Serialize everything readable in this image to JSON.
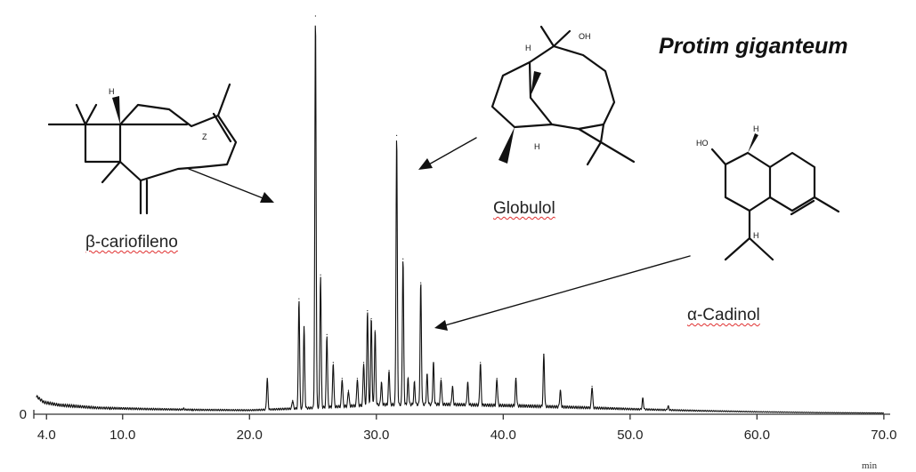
{
  "chart_data": {
    "type": "line",
    "title": "Protim giganteum",
    "xlabel": "min",
    "ylabel": "",
    "xlim": [
      3.0,
      70.5
    ],
    "ylim": [
      0,
      100
    ],
    "x_ticks": [
      4.0,
      10.0,
      20.0,
      30.0,
      40.0,
      50.0,
      60.0,
      70.0
    ],
    "x_tick_labels": [
      "4.0",
      "10.0",
      "20.0",
      "30.0",
      "40.0",
      "50.0",
      "60.0",
      "70.0"
    ],
    "y_ticks": [
      0
    ],
    "y_tick_labels": [
      "0"
    ],
    "grid": false,
    "baseline": [
      [
        3.2,
        4.5
      ],
      [
        3.8,
        3.0
      ],
      [
        5,
        2.3
      ],
      [
        8,
        1.6
      ],
      [
        12,
        1.3
      ],
      [
        16,
        1.1
      ],
      [
        20,
        1.0
      ],
      [
        25,
        1.6
      ],
      [
        30,
        2.4
      ],
      [
        35,
        2.5
      ],
      [
        40,
        2.2
      ],
      [
        45,
        1.8
      ],
      [
        50,
        1.3
      ],
      [
        55,
        0.9
      ],
      [
        60,
        0.6
      ],
      [
        65,
        0.4
      ],
      [
        70,
        0.3
      ]
    ],
    "peaks": [
      {
        "x": 9.0,
        "y": 1.2
      },
      {
        "x": 14.8,
        "y": 1.4
      },
      {
        "x": 15.5,
        "y": 0.9
      },
      {
        "x": 21.4,
        "y": 9.0
      },
      {
        "x": 23.4,
        "y": 3.5
      },
      {
        "x": 23.9,
        "y": 29.0
      },
      {
        "x": 24.3,
        "y": 22.0
      },
      {
        "x": 25.2,
        "y": 100.0
      },
      {
        "x": 25.6,
        "y": 35.0
      },
      {
        "x": 26.1,
        "y": 20.0
      },
      {
        "x": 26.6,
        "y": 13.0
      },
      {
        "x": 27.3,
        "y": 9.0
      },
      {
        "x": 27.8,
        "y": 6.0
      },
      {
        "x": 28.5,
        "y": 9.0
      },
      {
        "x": 29.0,
        "y": 13.0
      },
      {
        "x": 29.3,
        "y": 26.0
      },
      {
        "x": 29.6,
        "y": 24.0
      },
      {
        "x": 29.9,
        "y": 21.0
      },
      {
        "x": 30.4,
        "y": 8.0
      },
      {
        "x": 31.0,
        "y": 11.0
      },
      {
        "x": 31.6,
        "y": 70.0
      },
      {
        "x": 32.1,
        "y": 39.0
      },
      {
        "x": 32.5,
        "y": 9.0
      },
      {
        "x": 33.0,
        "y": 8.0
      },
      {
        "x": 33.5,
        "y": 33.0
      },
      {
        "x": 34.0,
        "y": 10.0
      },
      {
        "x": 34.5,
        "y": 13.0
      },
      {
        "x": 35.1,
        "y": 9.0
      },
      {
        "x": 36.0,
        "y": 7.0
      },
      {
        "x": 37.2,
        "y": 8.0
      },
      {
        "x": 38.2,
        "y": 13.0
      },
      {
        "x": 39.5,
        "y": 9.0
      },
      {
        "x": 41.0,
        "y": 9.0
      },
      {
        "x": 43.2,
        "y": 15.0
      },
      {
        "x": 44.5,
        "y": 6.0
      },
      {
        "x": 47.0,
        "y": 7.0
      },
      {
        "x": 51.0,
        "y": 4.0
      },
      {
        "x": 53.0,
        "y": 2.0
      }
    ]
  },
  "compounds": {
    "caryophyllene": {
      "name": "β-cariofileno",
      "stereo": "Z"
    },
    "globulol": {
      "name": "Globulol",
      "atom_oh": "OH",
      "atom_h": "H"
    },
    "cadinol": {
      "name": "α-Cadinol",
      "atom_oh": "HO",
      "atom_h": "H"
    }
  }
}
